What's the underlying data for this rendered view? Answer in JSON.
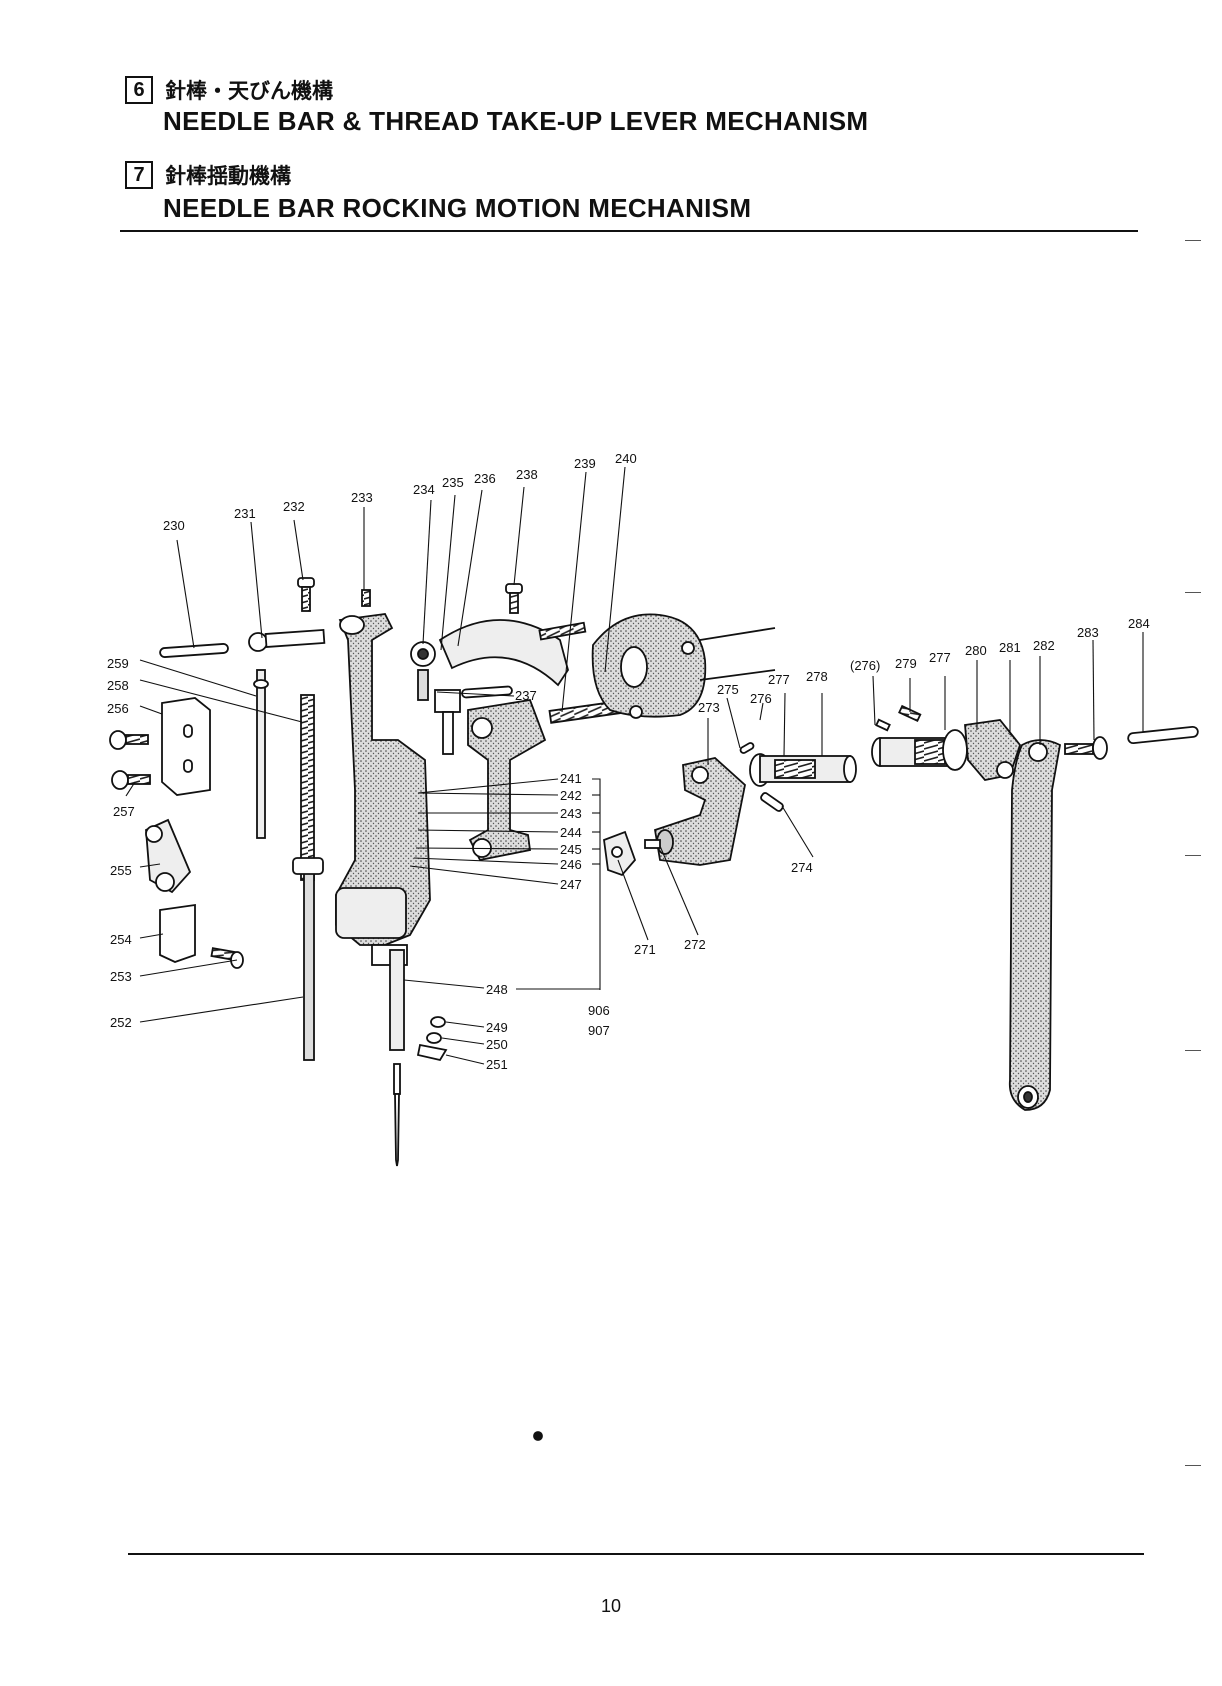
{
  "sections": [
    {
      "number": "6",
      "jp": "針棒・天びん機構",
      "en": "NEEDLE BAR & THREAD TAKE-UP LEVER MECHANISM"
    },
    {
      "number": "7",
      "jp": "針棒揺動機構",
      "en": "NEEDLE BAR ROCKING MOTION MECHANISM"
    }
  ],
  "parts": {
    "p230": "230",
    "p231": "231",
    "p232": "232",
    "p233": "233",
    "p234": "234",
    "p235": "235",
    "p236": "236",
    "p237": "237",
    "p238": "238",
    "p239": "239",
    "p240": "240",
    "p241": "241",
    "p242": "242",
    "p243": "243",
    "p244": "244",
    "p245": "245",
    "p246": "246",
    "p247": "247",
    "p248": "248",
    "p249": "249",
    "p250": "250",
    "p251": "251",
    "p252": "252",
    "p253": "253",
    "p254": "254",
    "p255": "255",
    "p256": "256",
    "p257": "257",
    "p258": "258",
    "p259": "259",
    "p271": "271",
    "p272": "272",
    "p273": "273",
    "p274": "274",
    "p275": "275",
    "p276": "276",
    "p276b": "(276)",
    "p277": "277",
    "p277b": "277",
    "p278": "278",
    "p279": "279",
    "p280": "280",
    "p281": "281",
    "p282": "282",
    "p283": "283",
    "p284": "284",
    "p906": "906",
    "p907": "907"
  },
  "page_number": "10"
}
